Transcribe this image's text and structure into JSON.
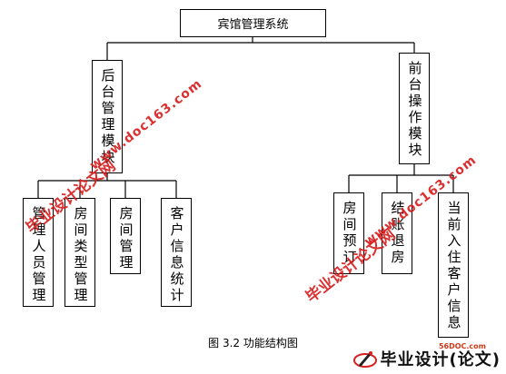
{
  "diagram": {
    "root": "宾馆管理系统",
    "left_module": "后台管理模块",
    "right_module": "前台操作模块",
    "left_children": [
      "管理人员管理",
      "房间类型管理",
      "房间管理",
      "客户信息统计"
    ],
    "right_children": [
      "房间预订",
      "结账退房",
      "当前入住客户信息"
    ]
  },
  "caption": "图 3.2  功能结构图",
  "watermarks": {
    "cn": "毕业设计论文网",
    "url": "www.doc163.com"
  },
  "logo": {
    "small": "56DOC.com",
    "text": "毕业设计(论文)",
    "icon": "pen-nib-logo-icon"
  }
}
